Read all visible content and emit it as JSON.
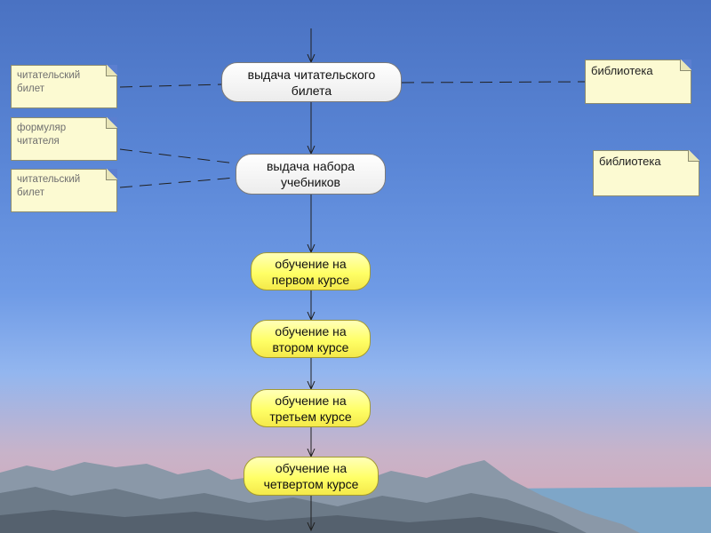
{
  "activities": [
    {
      "text": "выдача читательского\nбилета"
    },
    {
      "text": "выдача набора\nучебников"
    },
    {
      "text": "обучение на\nпервом курсе"
    },
    {
      "text": "обучение на\nвтором курсе"
    },
    {
      "text": "обучение на\nтретьем курсе"
    },
    {
      "text": "обучение на\nчетвертом курсе"
    }
  ],
  "notes": {
    "left": [
      {
        "text": "читательский\nбилет"
      },
      {
        "text": "формуляр\nчитателя"
      },
      {
        "text": "читательский\nбилет"
      }
    ],
    "right": [
      {
        "text": "библиотека"
      },
      {
        "text": "библиотека"
      }
    ]
  },
  "colors": {
    "activity_fill": "#ffff66",
    "note_fill": "#fcfad2"
  }
}
